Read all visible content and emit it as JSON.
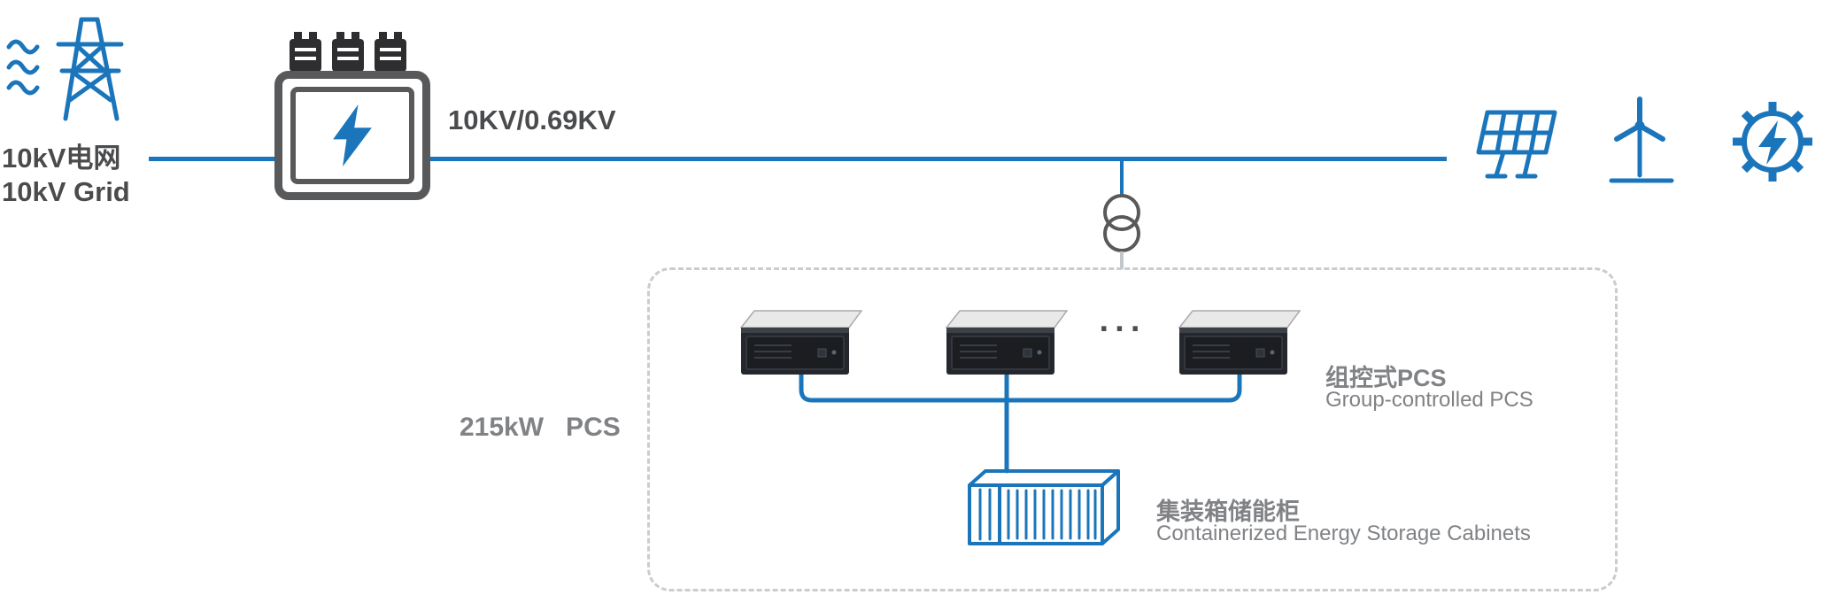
{
  "diagram": {
    "grid": {
      "label_cn": "10kV电网",
      "label_en": "10kV Grid"
    },
    "transformer": {
      "ratio": "10KV/0.69KV"
    },
    "pcs": {
      "rating": "215kW   PCS",
      "ellipsis": "···",
      "group_label_cn": "组控式PCS",
      "group_label_en": "Group-controlled PCS"
    },
    "storage": {
      "label_cn": "集装箱储能柜",
      "label_en": "Containerized Energy Storage Cabinets"
    },
    "icons": [
      "transmission-tower-icon",
      "transformer-icon",
      "battery-icon",
      "lightning-bolt-icon",
      "winding-circles-icon",
      "pcs-unit",
      "container-icon",
      "solar-panel-icon",
      "wind-turbine-icon",
      "generator-gear-icon"
    ]
  },
  "colors": {
    "accent_blue": "#1b75bb",
    "device_gray": "#58595b",
    "text_dark": "#4a4b4d",
    "label_gray": "#808285",
    "dash_border": "#c9cdd0"
  }
}
